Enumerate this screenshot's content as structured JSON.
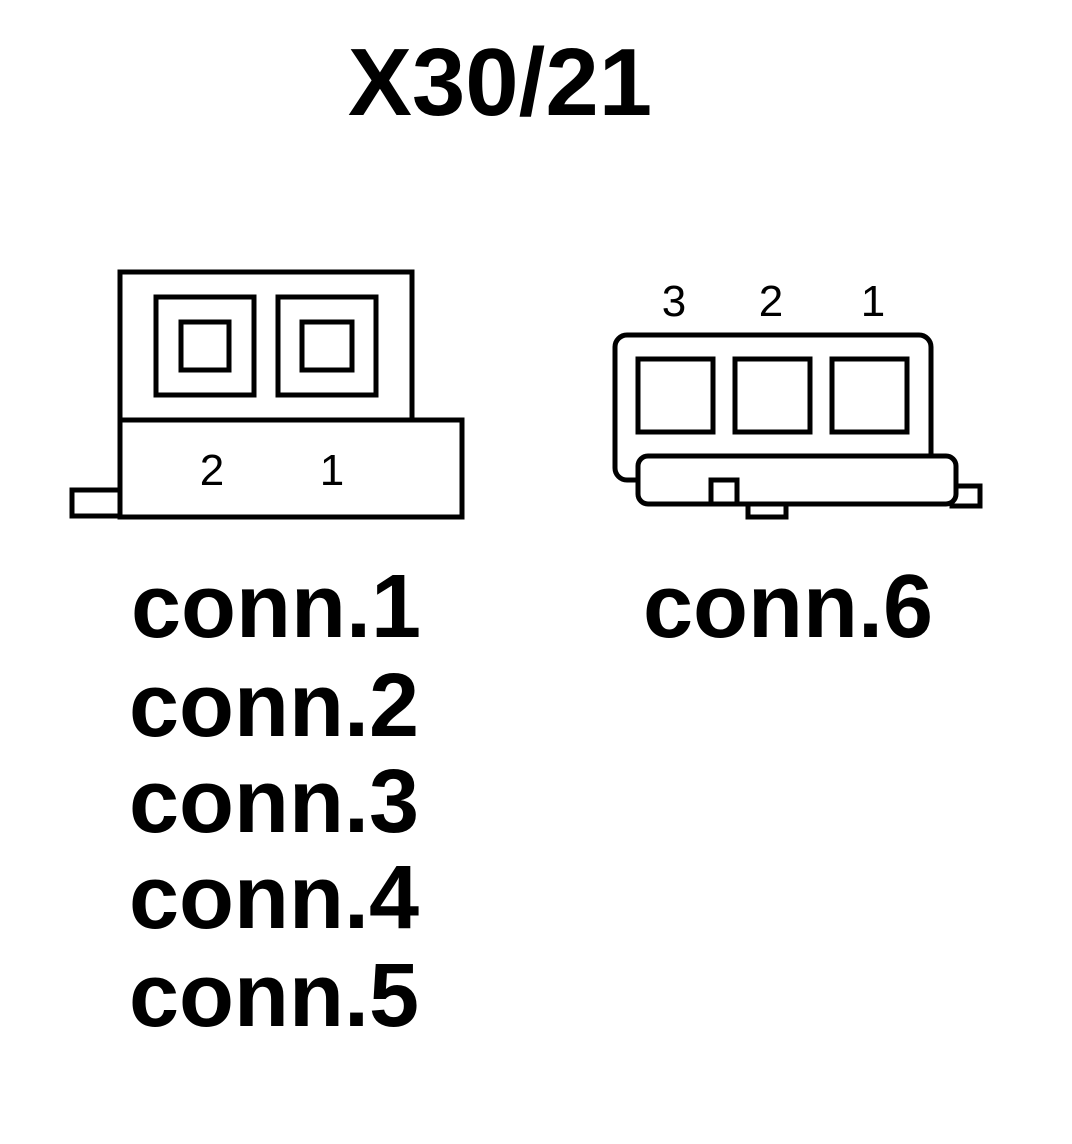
{
  "title": "X30/21",
  "left_connector": {
    "pin_labels": [
      "2",
      "1"
    ],
    "names": [
      "conn.1",
      "conn.2",
      "conn.3",
      "conn.4",
      "conn.5"
    ]
  },
  "right_connector": {
    "pin_labels": [
      "3",
      "2",
      "1"
    ],
    "names": [
      "conn.6"
    ]
  },
  "colors": {
    "stroke": "#000000",
    "background": "#ffffff"
  }
}
